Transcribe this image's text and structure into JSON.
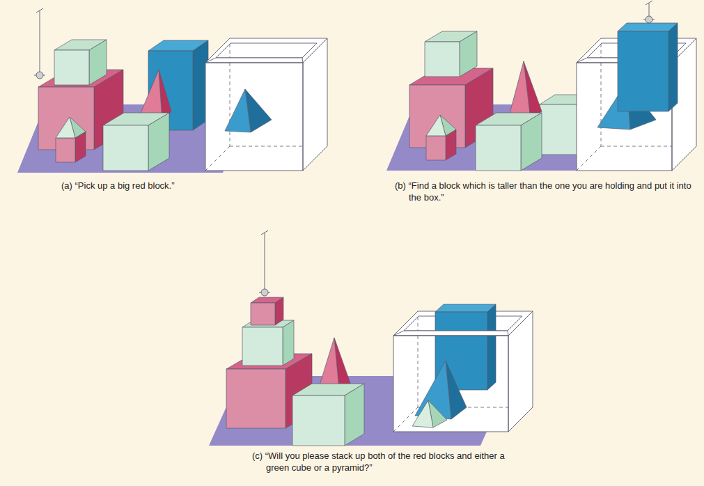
{
  "diagram": {
    "labels": [
      "(a) “Pick up a big red block.”",
      "(b) “Find a block which is taller than the one you are holding and put it into the box.”",
      "(c) “Will you please stack up both of the red blocks and either a green cube or a pyramid?”"
    ]
  }
}
